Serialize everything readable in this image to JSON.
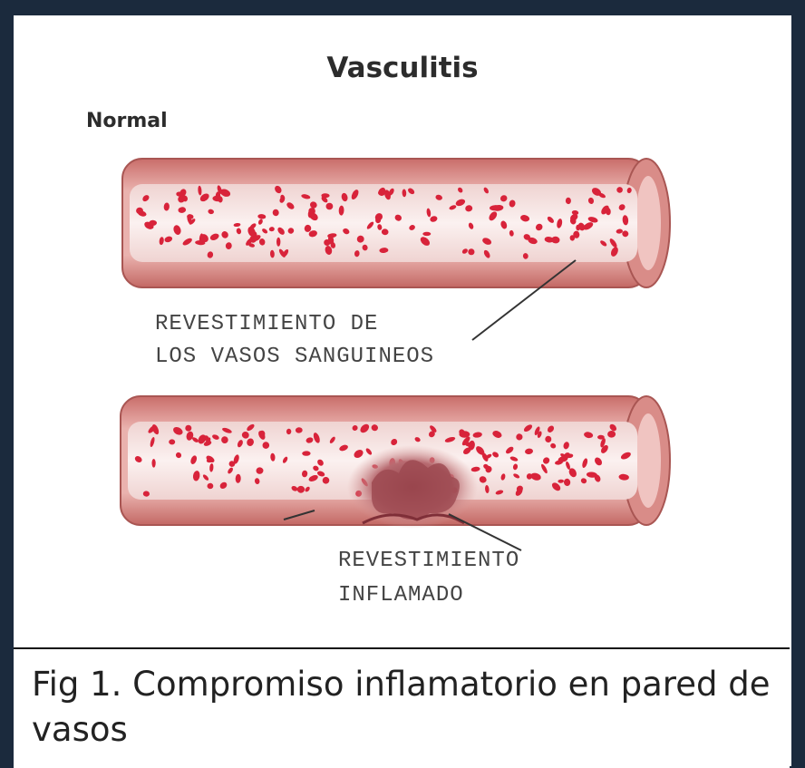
{
  "title": "Vasculitis",
  "normal_label": "Normal",
  "lining_label_line1": "REVESTIMIENTO DE",
  "lining_label_line2": "LOS VASOS SANGUINEOS",
  "inflamed_label_line1": "REVESTIMIENTO",
  "inflamed_label_line2": "INFLAMADO",
  "caption": "Fig 1. Compromiso inflamatorio en pared de vasos",
  "colors": {
    "background": "#1b2a3d",
    "vessel_wall": "#e8a3a0",
    "vessel_lumen": "#f6e6e4",
    "blood_cell": "#d8233a",
    "inflammation": "#a8525a"
  }
}
